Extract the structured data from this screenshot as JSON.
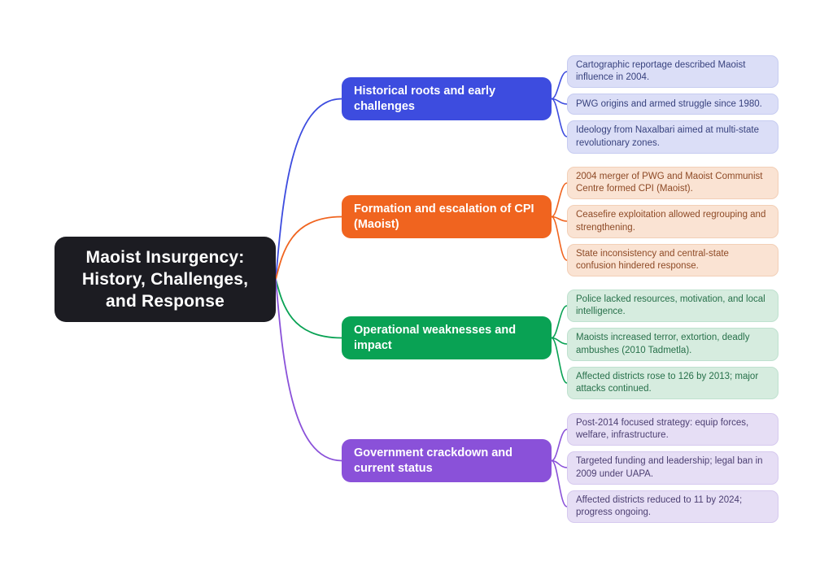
{
  "title": "Maoist Insurgency: History, Challenges, and Response",
  "colors": {
    "background": "#ffffff",
    "root_bg": "#1c1c22",
    "root_text": "#ffffff",
    "branch_text": "#ffffff"
  },
  "branches": [
    {
      "label": "Historical roots and early challenges",
      "color": "#3d4cdf",
      "leaf_bg": "#dbdef7",
      "leaf_border": "#c7ccf1",
      "leaf_text_color": "#38427e",
      "leaves": [
        "Cartographic reportage described Maoist influence in 2004.",
        "PWG origins and armed struggle since 1980.",
        "Ideology from Naxalbari aimed at multi-state revolutionary zones."
      ]
    },
    {
      "label": "Formation and escalation of CPI (Maoist)",
      "color": "#f0641f",
      "leaf_bg": "#fae3d3",
      "leaf_border": "#f2cfb7",
      "leaf_text_color": "#8e4a26",
      "leaves": [
        "2004 merger of PWG and Maoist Communist Centre formed CPI (Maoist).",
        "Ceasefire exploitation allowed regrouping and strengthening.",
        "State inconsistency and central-state confusion hindered response."
      ]
    },
    {
      "label": "Operational weaknesses and impact",
      "color": "#09a254",
      "leaf_bg": "#d6ecdf",
      "leaf_border": "#bfe1cf",
      "leaf_text_color": "#27704a",
      "leaves": [
        "Police lacked resources, motivation, and local intelligence.",
        "Maoists increased terror, extortion, deadly ambushes (2010 Tadmetla).",
        "Affected districts rose to 126 by 2013; major attacks continued."
      ]
    },
    {
      "label": "Government crackdown and current status",
      "color": "#8a51d9",
      "leaf_bg": "#e6def5",
      "leaf_border": "#d6c9ef",
      "leaf_text_color": "#4c3f72",
      "leaves": [
        "Post-2014 focused strategy: equip forces, welfare, infrastructure.",
        "Targeted funding and leadership; legal ban in 2009 under UAPA.",
        "Affected districts reduced to 11 by 2024; progress ongoing."
      ]
    }
  ]
}
